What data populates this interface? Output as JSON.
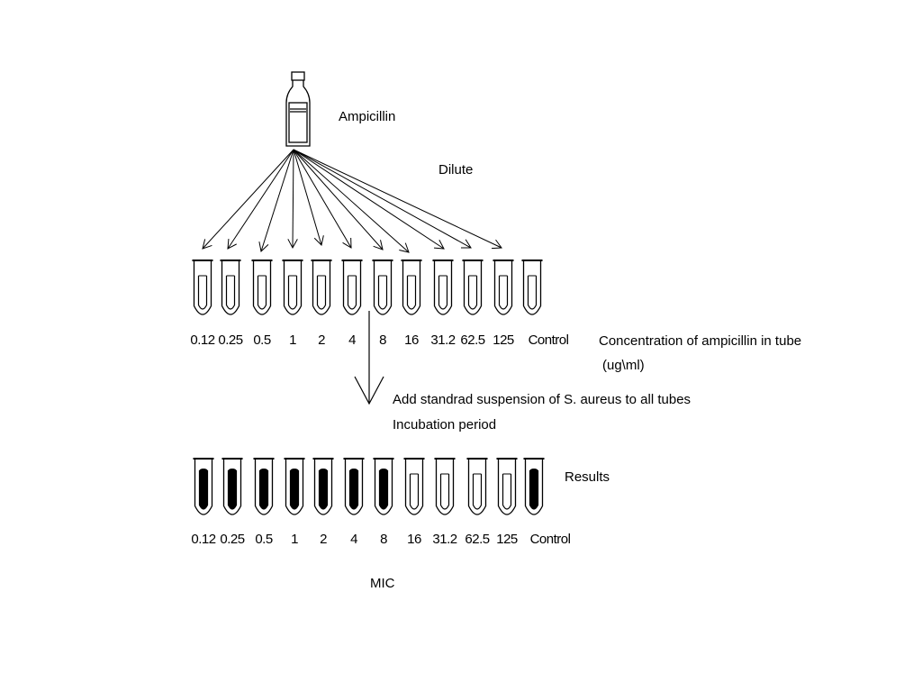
{
  "labels": {
    "ampicillin": "Ampicillin",
    "dilute": "Dilute",
    "concentration_line1": "Concentration of ampicillin in tube",
    "concentration_line2": "(ug\\ml)",
    "add_suspension": "Add standrad suspension of S. aureus  to all tubes",
    "incubation": "Incubation period",
    "results": "Results",
    "mic": "MIC"
  },
  "concentrations": [
    "0.12",
    "0.25",
    "0.5",
    "1",
    "2",
    "4",
    "8",
    "16",
    "31.2",
    "62.5",
    "125",
    "Control"
  ],
  "results_growth": [
    true,
    true,
    true,
    true,
    true,
    true,
    true,
    false,
    false,
    false,
    false,
    true
  ],
  "colors": {
    "line": "#000000",
    "background": "#ffffff",
    "growth_fill": "#000000"
  }
}
